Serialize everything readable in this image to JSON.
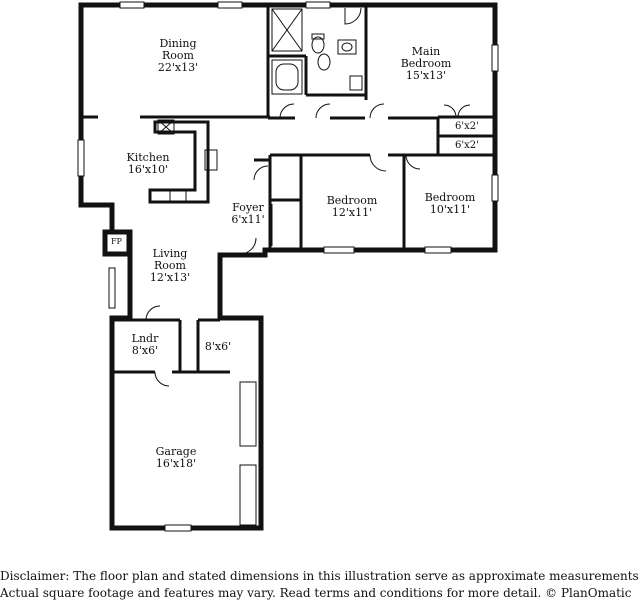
{
  "rooms": {
    "dining": {
      "name1": "Dining",
      "name2": "Room",
      "dim": "22'x13'"
    },
    "main_bedroom": {
      "name1": "Main",
      "name2": "Bedroom",
      "dim": "15'x13'"
    },
    "closet_1": {
      "dim": "6'x2'"
    },
    "closet_2": {
      "dim": "6'x2'"
    },
    "kitchen": {
      "name1": "Kitchen",
      "dim": "16'x10'"
    },
    "foyer": {
      "name1": "Foyer",
      "dim": "6'x11'"
    },
    "bedroom_1": {
      "name1": "Bedroom",
      "dim": "12'x11'"
    },
    "bedroom_2": {
      "name1": "Bedroom",
      "dim": "10'x11'"
    },
    "living": {
      "name1": "Living",
      "name2": "Room",
      "dim": "12'x13'"
    },
    "laundry": {
      "name1": "Lndr",
      "dim": "8'x6'"
    },
    "storage": {
      "dim": "8'x6'"
    },
    "garage": {
      "name1": "Garage",
      "dim": "16'x18'"
    }
  },
  "fireplace_label": "FP",
  "disclaimer": {
    "line1": "Disclaimer: The floor plan and stated dimensions in this illustration serve as approximate measurements",
    "line2": "Actual square footage and features may vary. Read terms and conditions for more detail. © PlanOmatic"
  }
}
